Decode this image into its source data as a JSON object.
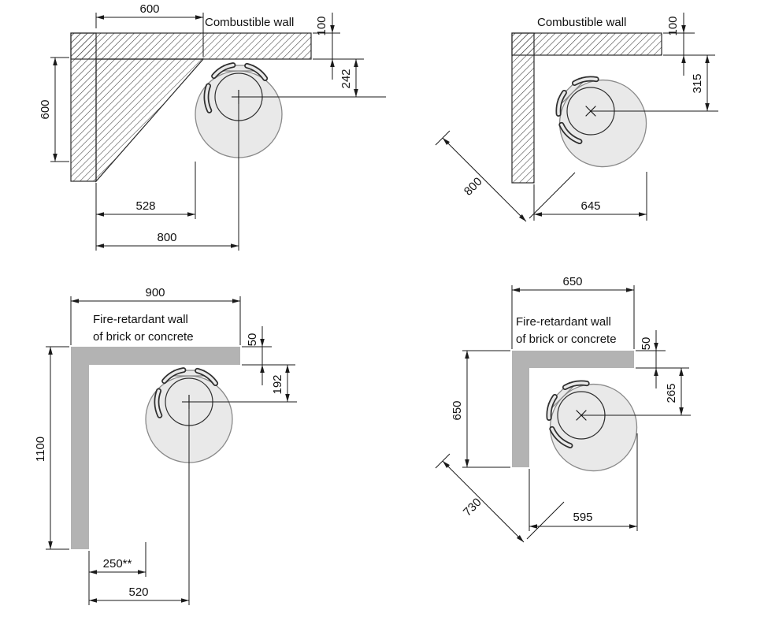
{
  "colors": {
    "line": "#1a1a1a",
    "text": "#111111",
    "wall_fire_retardant": "#b3b3b3",
    "stove_fill": "#e9e9e9",
    "hatch_line": "#3c3c3c"
  },
  "diagrams": {
    "combustible_straight": {
      "wall_label": "Combustible wall",
      "dim_wall_width_top": "600",
      "dim_wall_height_left": "600",
      "dim_wall_thickness": "100",
      "dim_wall_to_flue_center": "242",
      "dim_wall_to_stove_edge": "528",
      "dim_wall_to_stove_center": "800"
    },
    "combustible_corner": {
      "wall_label": "Combustible wall",
      "dim_wall_thickness": "100",
      "dim_wall_to_flue_center": "315",
      "dim_diagonal_clearance": "800",
      "dim_wall_to_stove_edge": "645"
    },
    "fire_retardant_straight": {
      "wall_label_line1": "Fire-retardant wall",
      "wall_label_line2": "of brick or concrete",
      "dim_wall_width_top": "900",
      "dim_wall_thickness": "50",
      "dim_wall_to_flue_center": "192",
      "dim_wall_height_left": "1100",
      "dim_wall_to_stove_edge": "250**",
      "dim_wall_to_stove_center": "520"
    },
    "fire_retardant_corner": {
      "wall_label_line1": "Fire-retardant wall",
      "wall_label_line2": "of brick or concrete",
      "dim_wall_width_top": "650",
      "dim_wall_thickness": "50",
      "dim_wall_to_flue_center": "265",
      "dim_wall_height_left": "650",
      "dim_diagonal_clearance": "730",
      "dim_wall_to_stove_edge": "595"
    }
  }
}
